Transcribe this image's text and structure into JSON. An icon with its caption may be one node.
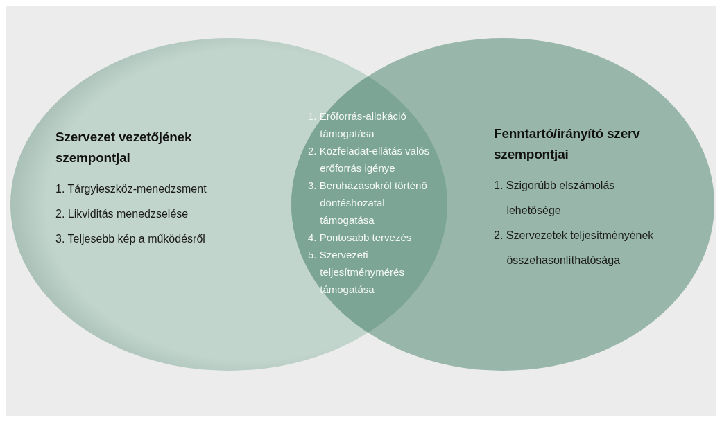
{
  "diagram": {
    "nodes": [
      {
        "text": [
          "Szervezet vezetőjének szempontjai",
          "1. Tárgyieszköz-menedzsment",
          "2. Likviditás menedzselése",
          "3. Teljesebb kép a működésről"
        ]
      },
      {
        "text": [
          "Fenntartó/irányító szerv szempontjai",
          "1. Szigorúbb elszámolás lehetősége",
          "2. Szervezetek teljesítményének összehasonlíthatósága"
        ]
      },
      {
        "text": [
          "1. Erőforrás-allokáció támogatása",
          "2. Közfeladat-ellátás valós erőforrás igénye",
          "3. Beruházásokról történő döntéshozatal támogatása",
          "4. Pontosabb tervezés",
          "5. Szervezeti teljesítménymérés támogatása"
        ]
      }
    ]
  }
}
